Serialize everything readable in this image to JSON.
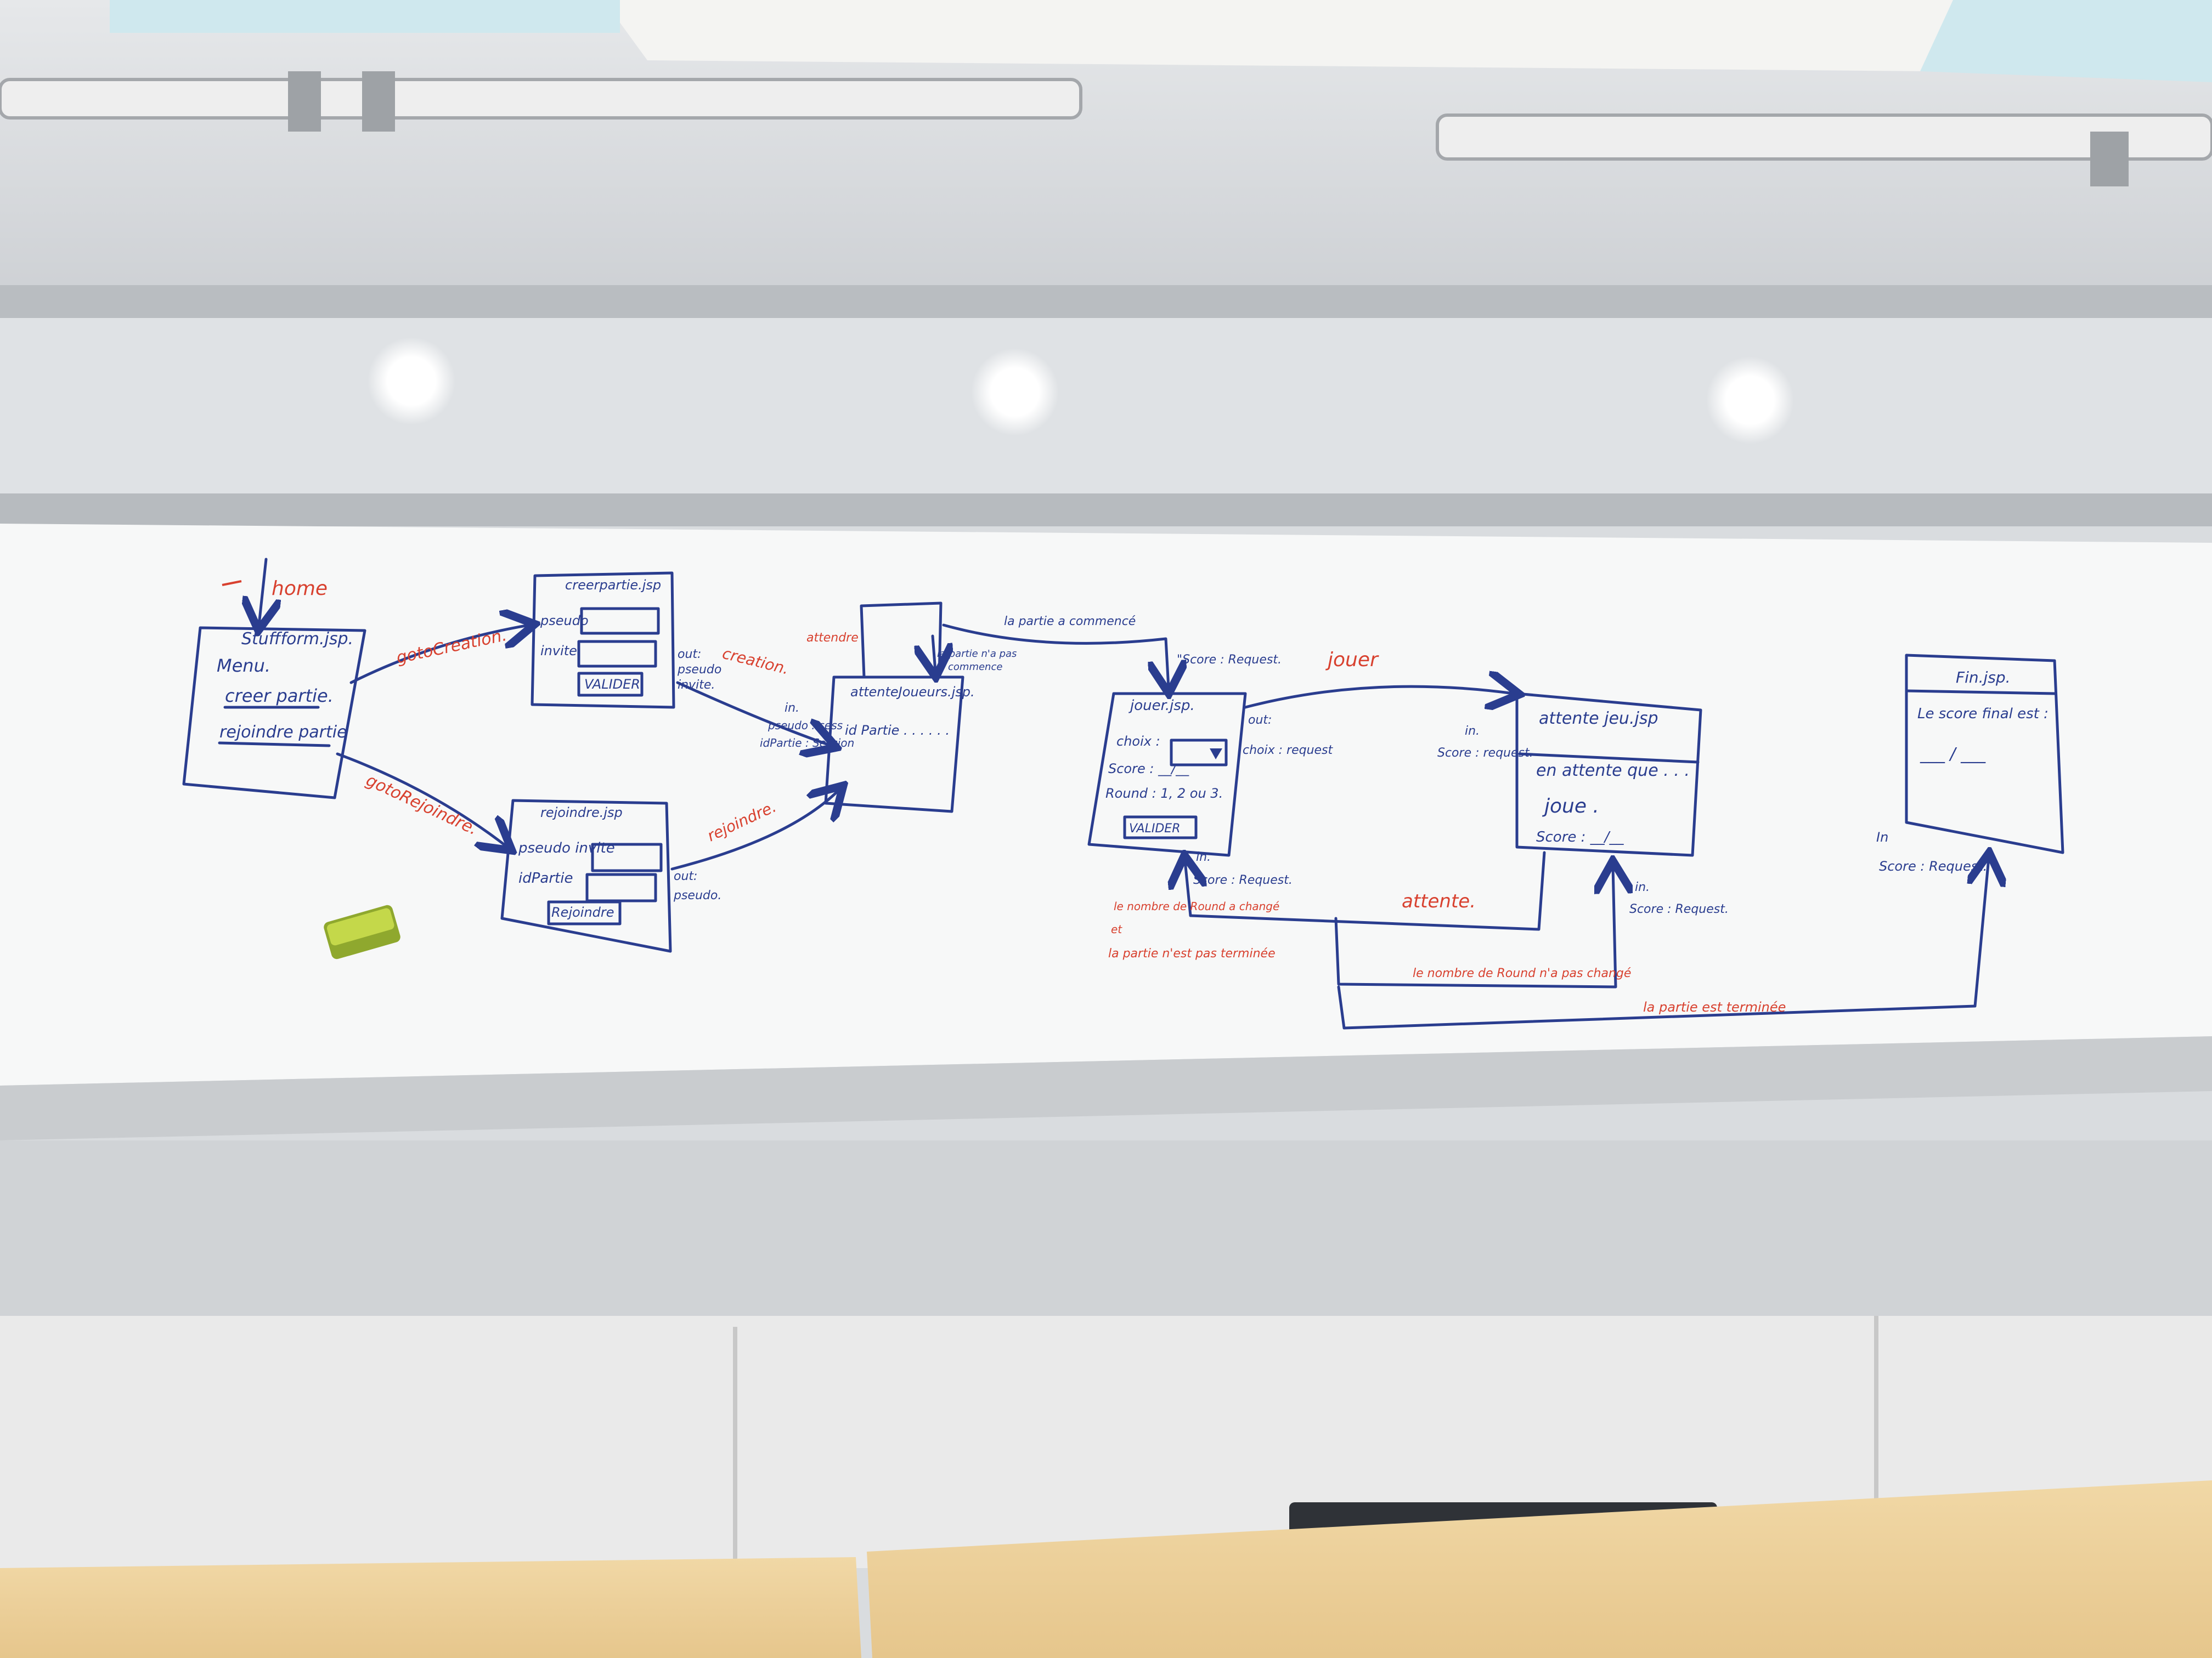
{
  "board": {
    "home_label": "home",
    "start": {
      "title": "Stuffform.jsp.",
      "menu": "Menu.",
      "create": "creer partie.",
      "join": "rejoindre partie"
    },
    "goto_creation": "gotoCreation.",
    "goto_rejoindre": "gotoRejoindre.",
    "creer": {
      "title": "creerpartie.jsp",
      "pseudo": "pseudo",
      "invite": "invite",
      "button": "VALIDER",
      "out_lines": [
        "out:",
        "pseudo",
        "invite."
      ]
    },
    "rejoindre": {
      "title": "rejoindre.jsp",
      "pseudo": "pseudo invite",
      "idpartie": "idPartie",
      "button": "Rejoindre",
      "out_lines": [
        "out:",
        "pseudo."
      ]
    },
    "creation_label": "creation.",
    "rejoindre_label": "rejoindre.",
    "attendre_label": "attendre",
    "partie_pas_commence": [
      "la partie n'a pas",
      "commence"
    ],
    "attente_joueurs": {
      "title": "attenteJoueurs.jsp.",
      "body": "id Partie . . . . . .",
      "in_lines": [
        "in.",
        "pseudo : sess",
        "idPartie : Session"
      ]
    },
    "partie_commence": "la partie a commencé",
    "score_request_top": "\"Score : Request.",
    "jouer": {
      "title": "jouer.jsp.",
      "choix": "choix :",
      "score": "Score : __/__",
      "round": "Round : 1, 2 ou 3.",
      "button": "VALIDER",
      "out_lines": [
        "out:",
        "choix : request"
      ],
      "in_lines": [
        "in.",
        "Score : Request."
      ]
    },
    "jouer_label": "jouer",
    "attente_jeu": {
      "title": "attente jeu.jsp",
      "line1": "en attente que . . .",
      "line2": "joue .",
      "score": "Score : __/__",
      "in_top": [
        "in.",
        "Score : request."
      ],
      "in_bottom": [
        "in.",
        "Score : Request."
      ]
    },
    "attente_label": "attente.",
    "round_change": [
      "le nombre de Round a changé",
      "et",
      "la partie n'est pas terminée"
    ],
    "round_pas_change": "le nombre de Round n'a pas changé",
    "partie_terminee": "la partie est terminée",
    "fin": {
      "title": "Fin.jsp.",
      "line1": "Le score final est :",
      "line2": "___ / ___",
      "in_lines": [
        "In",
        "Score : Request."
      ]
    }
  }
}
